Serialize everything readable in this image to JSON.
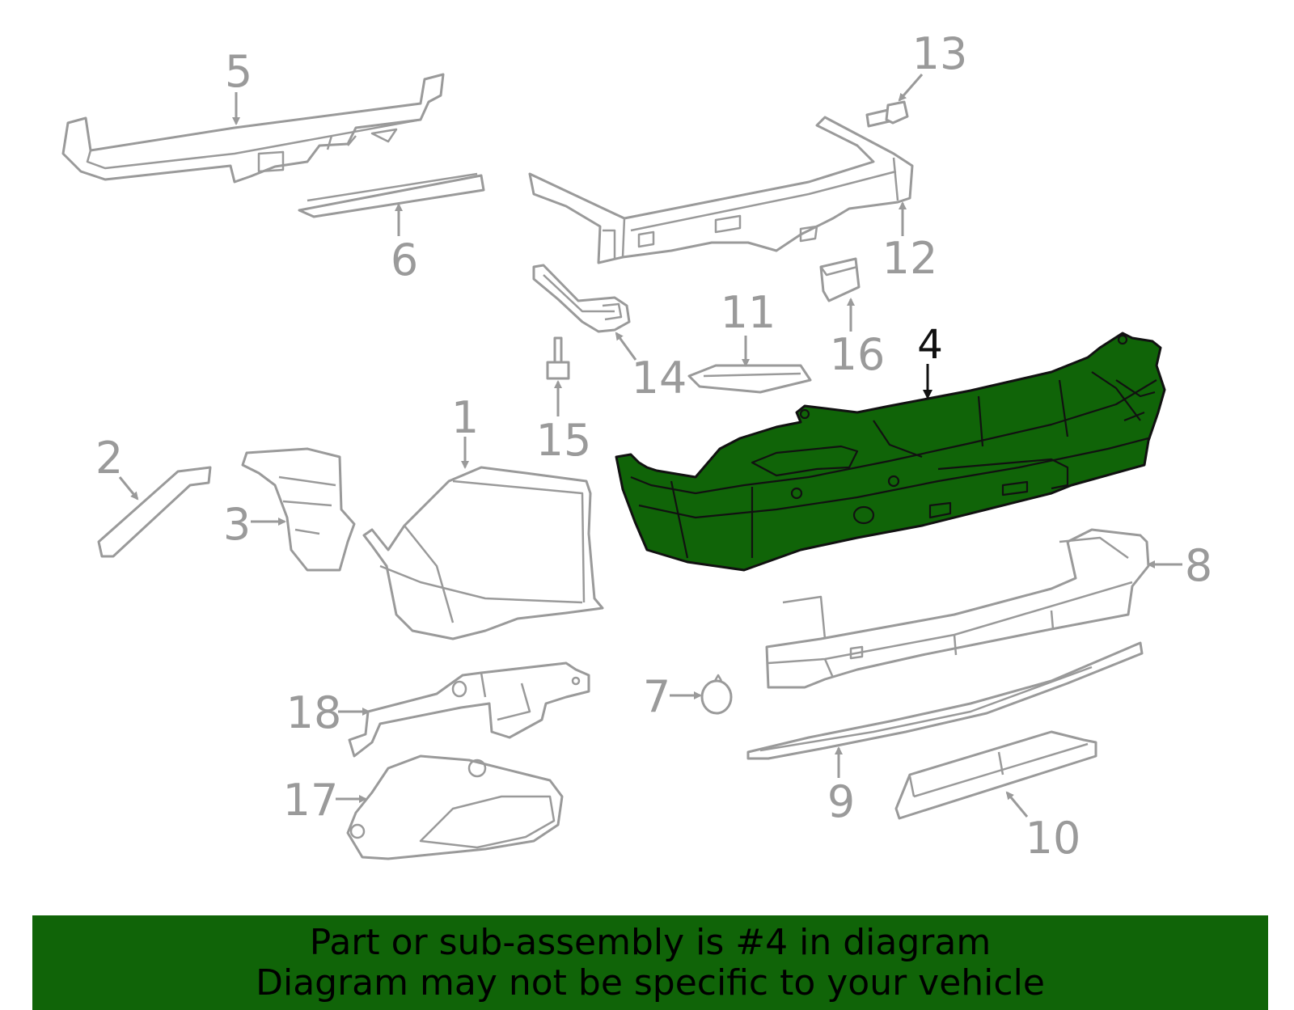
{
  "diagram": {
    "highlighted_part": "4",
    "highlight_color": "#106408",
    "part_color": "#9a9a9a",
    "callouts": {
      "c1": "1",
      "c2": "2",
      "c3": "3",
      "c4": "4",
      "c5": "5",
      "c6": "6",
      "c7": "7",
      "c8": "8",
      "c9": "9",
      "c10": "10",
      "c11": "11",
      "c12": "12",
      "c13": "13",
      "c14": "14",
      "c15": "15",
      "c16": "16",
      "c17": "17",
      "c18": "18"
    }
  },
  "banner": {
    "line1": "Part or sub-assembly is #4 in diagram",
    "line2": "Diagram may not be specific to your vehicle",
    "background_color": "#106408"
  }
}
